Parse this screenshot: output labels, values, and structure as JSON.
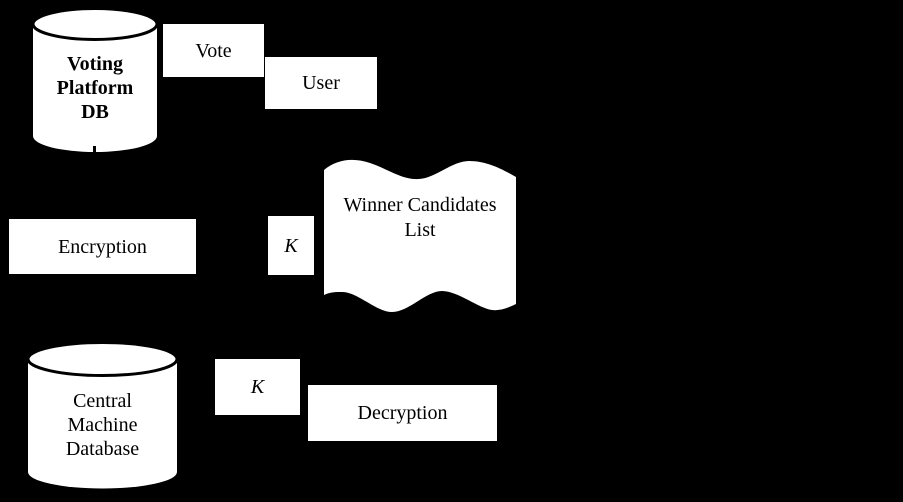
{
  "colors": {
    "background": "#000000",
    "shape_fill": "#ffffff",
    "shape_outline": "#000000",
    "text": "#000000"
  },
  "nodes": {
    "voting_db": {
      "shape": "cylinder",
      "lines": [
        "Voting",
        "Platform",
        "DB"
      ]
    },
    "vote": {
      "shape": "rectangle",
      "label": "Vote"
    },
    "user": {
      "shape": "rectangle",
      "label": "User"
    },
    "encryption": {
      "shape": "rectangle",
      "label": "Encryption"
    },
    "key_encrypt": {
      "shape": "rectangle",
      "label": "K"
    },
    "winner_list": {
      "shape": "wavy-document",
      "lines": [
        "Winner Candidates",
        "List"
      ]
    },
    "central_db": {
      "shape": "cylinder",
      "lines": [
        "Central",
        "Machine",
        "Database"
      ]
    },
    "key_decrypt": {
      "shape": "rectangle",
      "label": "K"
    },
    "decryption": {
      "shape": "rectangle",
      "label": "Decryption"
    }
  }
}
